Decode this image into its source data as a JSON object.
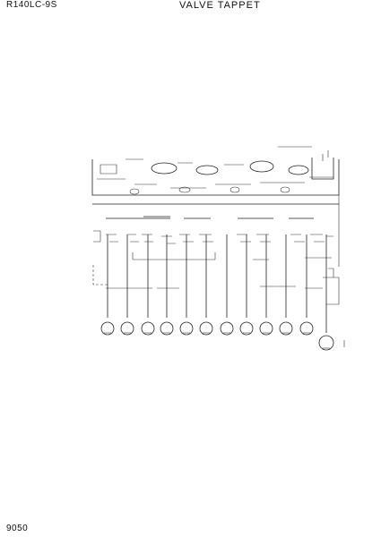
{
  "header": {
    "model": "R140LC-9S",
    "title": "VALVE TAPPET"
  },
  "footer": {
    "page_number": "9050"
  },
  "colors": {
    "line": "#222222",
    "background": "#ffffff"
  }
}
